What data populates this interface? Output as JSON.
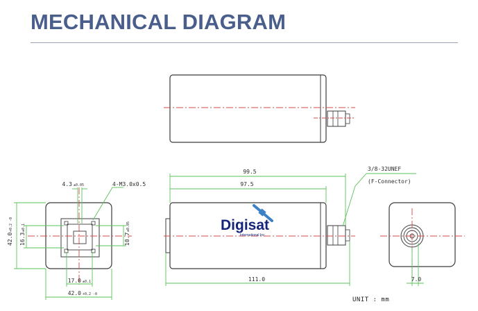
{
  "header": {
    "title": "MECHANICAL DIAGRAM"
  },
  "logo": {
    "brand": "Digisat",
    "tagline": "International Inc"
  },
  "dimensions": {
    "front": {
      "top_left": "4.3",
      "top_left_tol": "±0.05",
      "thread": "4-M3.0x0.5",
      "left_outer": "42.0",
      "left_outer_tol": "+0.2 -0",
      "left_inner": "16.3",
      "left_inner_tol": "±0.1",
      "right_inner": "10.7",
      "right_inner_tol": "±0.05",
      "bottom_inner": "17.0",
      "bottom_inner_tol": "±0.1",
      "bottom_outer": "42.0",
      "bottom_outer_tol": "+0.2 -0"
    },
    "side": {
      "top_outer": "99.5",
      "top_inner": "97.5",
      "bottom_total": "111.0"
    },
    "connector": {
      "thread": "3/8-32UNEF",
      "type": "(F-Connector)"
    },
    "rear": {
      "bottom": "7.0"
    }
  },
  "units": {
    "label": "UNIT : mm"
  },
  "colors": {
    "title": "#4a5e8c",
    "outline": "#3b3b3b",
    "dimension": "#5ac35a",
    "centerline": "#d44848",
    "brand": "#14247a",
    "satellite": "#3c80c8"
  }
}
